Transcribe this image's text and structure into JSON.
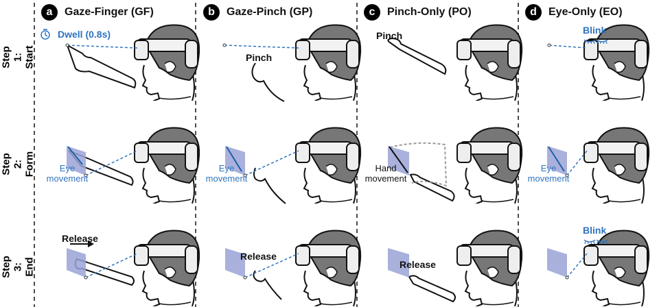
{
  "columns": [
    {
      "badge": "a",
      "title": "Gaze-Finger (GF)"
    },
    {
      "badge": "b",
      "title": "Gaze-Pinch (GP)"
    },
    {
      "badge": "c",
      "title": "Pinch-Only (PO)"
    },
    {
      "badge": "d",
      "title": "Eye-Only (EO)"
    }
  ],
  "rows": [
    {
      "line1": "Step 1:",
      "line2": "Start"
    },
    {
      "line1": "Step 2:",
      "line2": "Form"
    },
    {
      "line1": "Step 3:",
      "line2": "End"
    }
  ],
  "labels": {
    "dwell": "Dwell (0.8s)",
    "pinch": "Pinch",
    "blink": "Blink",
    "eye_movement_1": "Eye",
    "eye_movement_2": "movement",
    "hand_movement_1": "Hand",
    "hand_movement_2": "movement",
    "release": "Release"
  },
  "colors": {
    "accent": "#2f74c0",
    "quad": "#9aa3d6"
  }
}
